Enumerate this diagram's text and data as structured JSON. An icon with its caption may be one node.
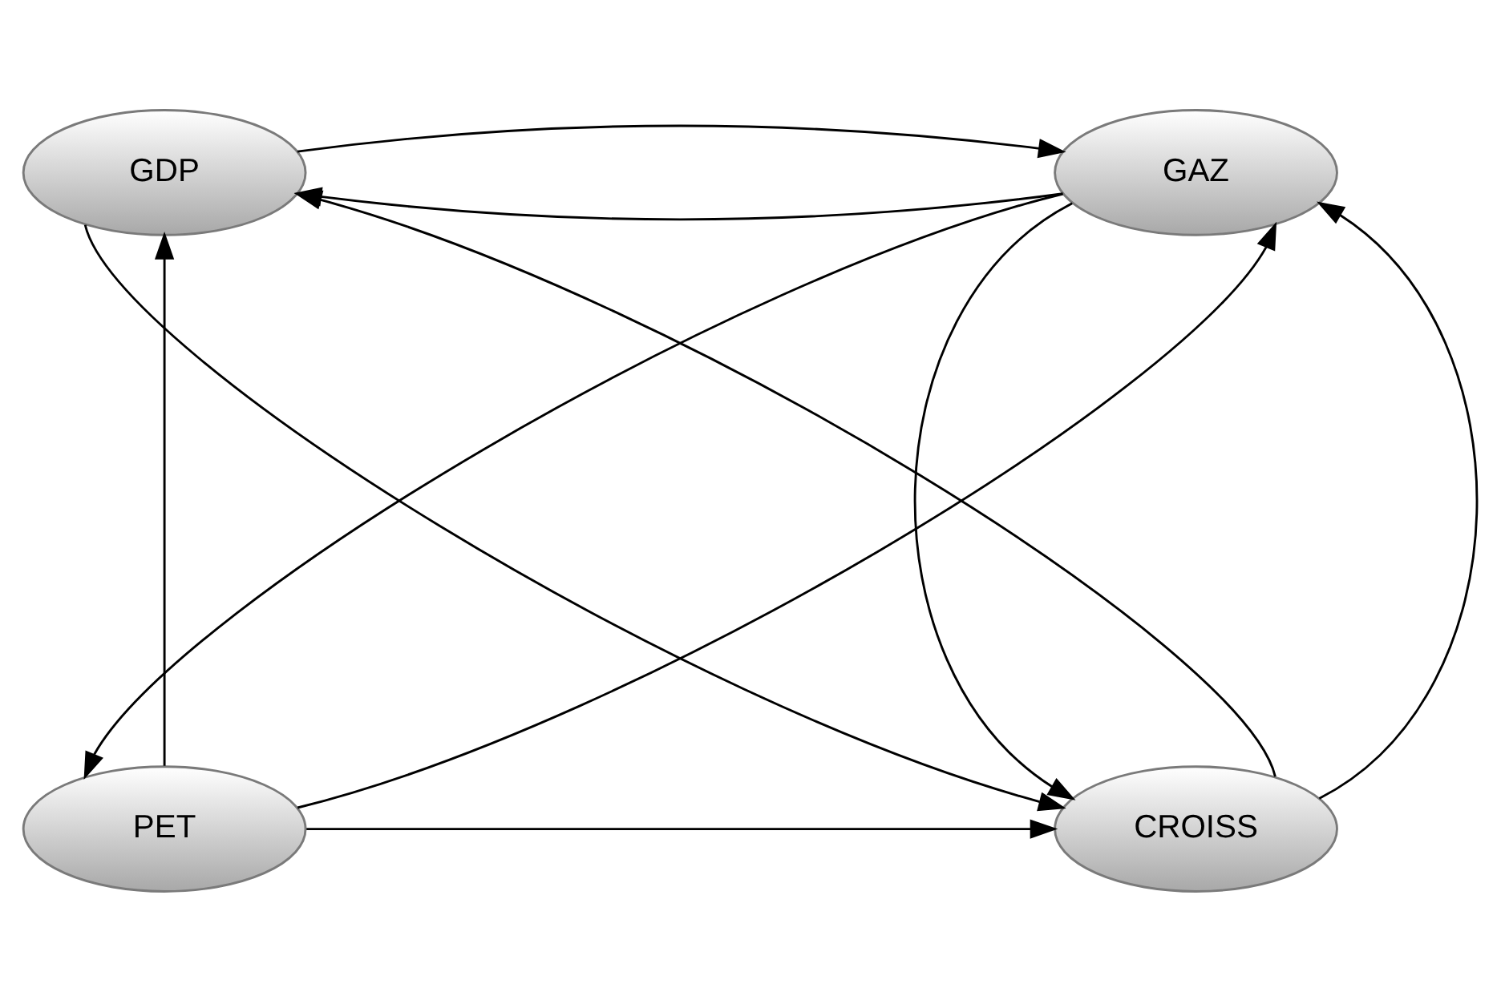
{
  "diagram": {
    "nodes": [
      {
        "text": [
          "GAZ"
        ]
      },
      {
        "text": [
          "GDP"
        ]
      },
      {
        "text": [
          "CROISS"
        ]
      },
      {
        "text": [
          "PET"
        ]
      }
    ],
    "edges": [
      {
        "from": 0,
        "to": 1,
        "arrow": "to"
      },
      {
        "from": 1,
        "to": 0,
        "arrow": "to"
      },
      {
        "from": 0,
        "to": 2,
        "arrow": "to"
      },
      {
        "from": 2,
        "to": 0,
        "arrow": "to"
      },
      {
        "from": 2,
        "to": 1,
        "arrow": "to"
      },
      {
        "from": 1,
        "to": 2,
        "arrow": "to"
      },
      {
        "from": 0,
        "to": 3,
        "arrow": "to"
      },
      {
        "from": 3,
        "to": 0,
        "arrow": "to"
      },
      {
        "from": 3,
        "to": 1,
        "arrow": "to"
      },
      {
        "from": 3,
        "to": 2,
        "arrow": "to"
      }
    ]
  }
}
